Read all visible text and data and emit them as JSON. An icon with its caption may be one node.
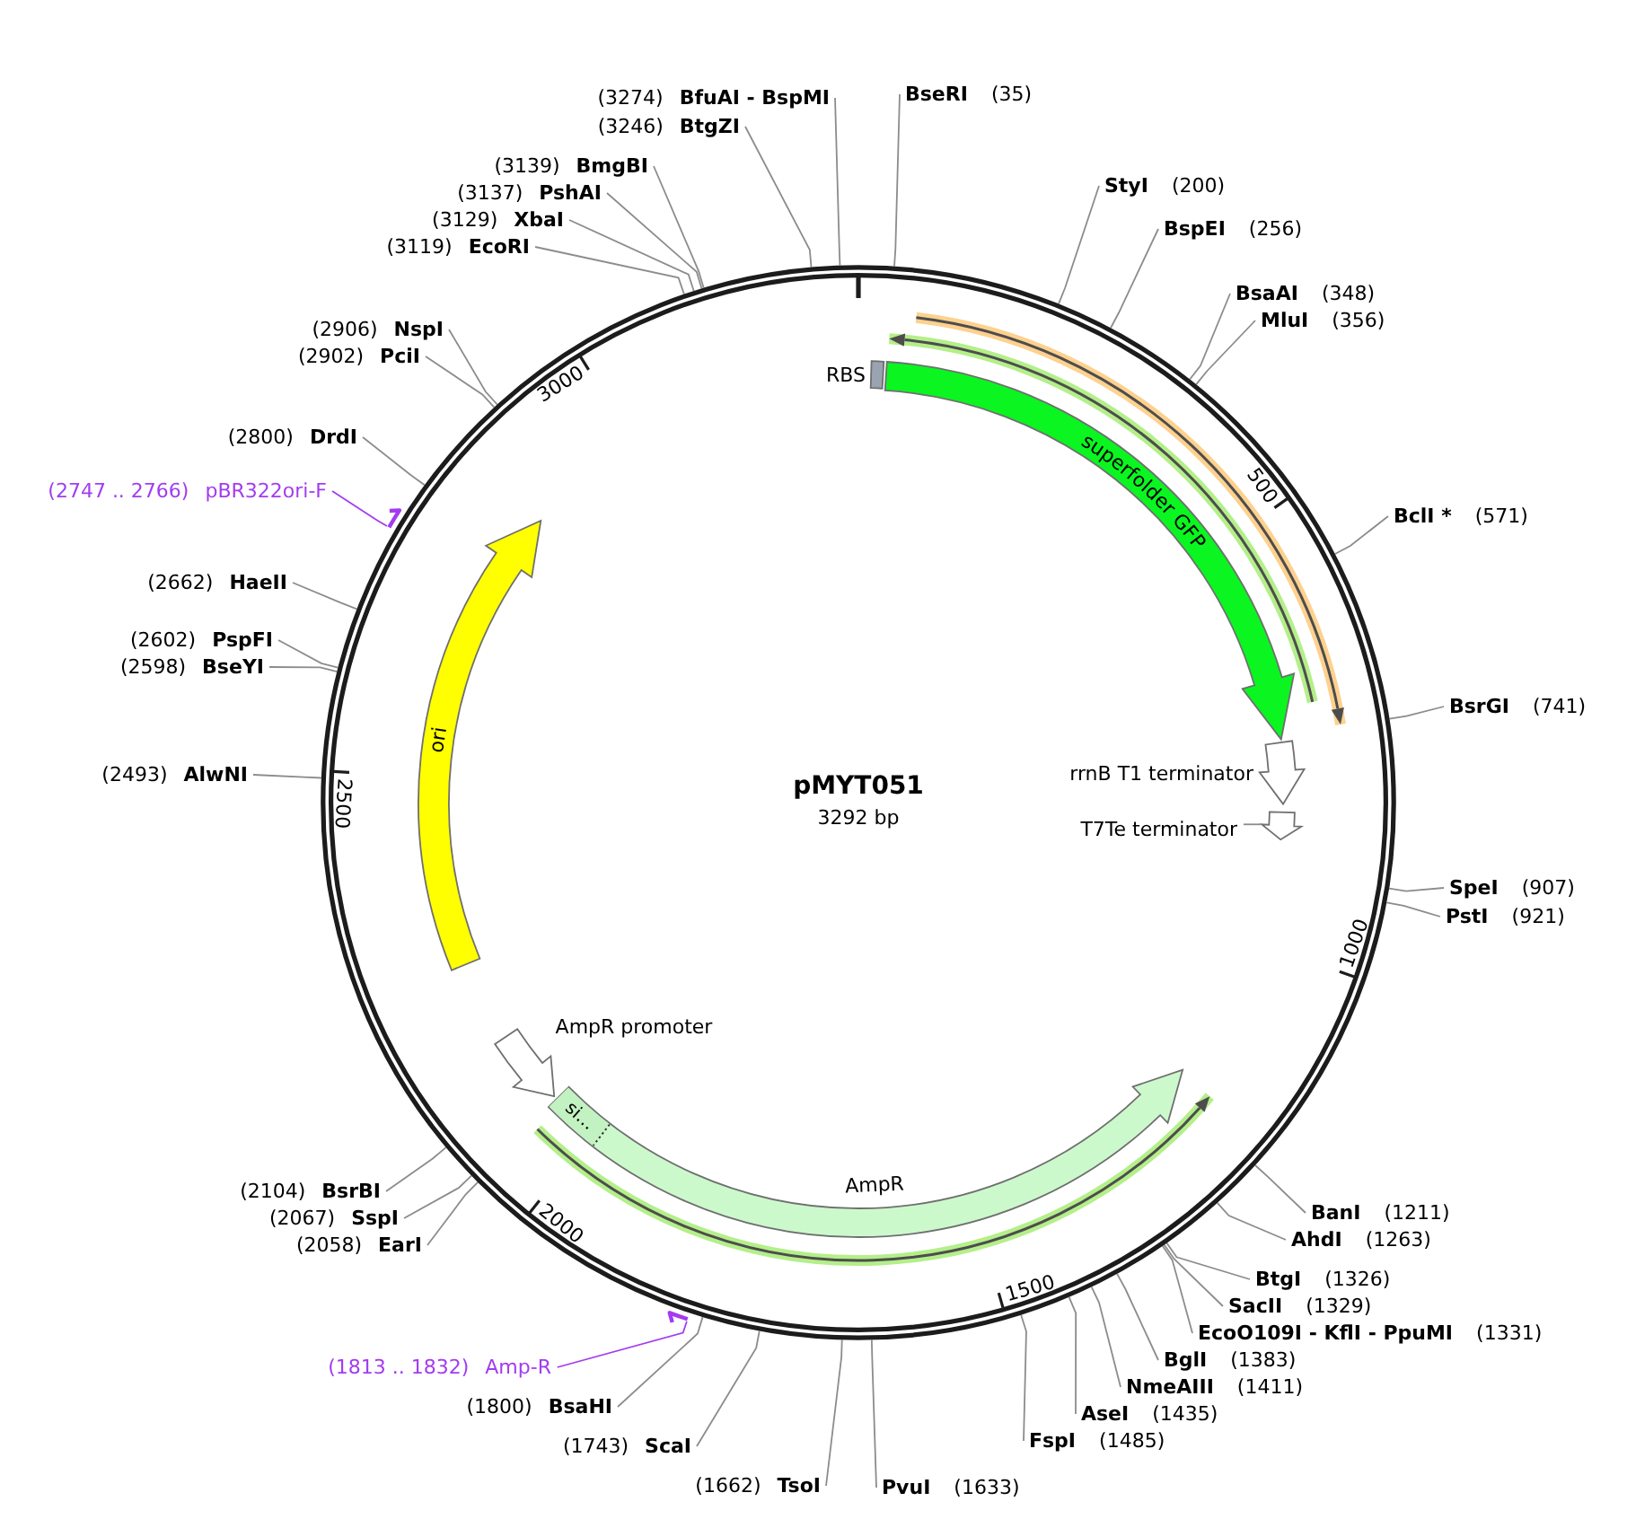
{
  "diagram": {
    "title": "pMYT051",
    "nodes": [
      {
        "text": [],
        "shape": "circle"
      },
      {
        "text": [
          "(3274)",
          "BfuAI - BspMI"
        ]
      },
      {
        "text": [
          "BseRI",
          "(35)"
        ]
      },
      {
        "text": [
          "(3246)",
          "BtgZI"
        ]
      },
      {
        "text": [
          "(3139)",
          "BmgBI"
        ]
      },
      {
        "text": [
          "StyI",
          "(200)"
        ]
      },
      {
        "text": [
          "(3137)",
          "PshAI"
        ]
      },
      {
        "text": [
          "(3129)",
          "XbaI"
        ]
      },
      {
        "text": [
          "BspEI",
          "(256)"
        ]
      },
      {
        "text": [
          "(3119)",
          "EcoRI"
        ]
      },
      {
        "text": [
          "BsaAI",
          "(348)"
        ]
      },
      {
        "text": [
          "MluI",
          "(356)"
        ]
      },
      {
        "text": [
          "(2906)",
          "NspI"
        ]
      },
      {
        "text": [
          "(2902)",
          "PciI"
        ]
      },
      {
        "text": [
          "(2800)",
          "DrdI"
        ]
      },
      {
        "text": [
          "(2747 .. 2766)",
          "pBR322ori-F"
        ]
      },
      {
        "text": [
          "BclI *",
          "(571)"
        ]
      },
      {
        "text": [
          "(2662)",
          "HaeII"
        ]
      },
      {
        "text": [
          "(2602)",
          "PspFI"
        ]
      },
      {
        "text": [
          "(2598)",
          "BseYI"
        ]
      },
      {
        "text": [
          "BsrGI",
          "(741)"
        ]
      },
      {
        "text": [
          "(2493)",
          "AlwNI"
        ]
      },
      {
        "text": [
          "SpeI",
          "(907)"
        ]
      },
      {
        "text": [
          "PstI",
          "(921)"
        ]
      },
      {
        "text": [
          "(2104)",
          "BsrBI"
        ]
      },
      {
        "text": [
          "BanI",
          "(1211)"
        ]
      },
      {
        "text": [
          "(2067)",
          "SspI"
        ]
      },
      {
        "text": [
          "(2058)",
          "EarI"
        ]
      },
      {
        "text": [
          "AhdI",
          "(1263)"
        ]
      },
      {
        "text": [
          "BtgI",
          "(1326)"
        ]
      },
      {
        "text": [
          "SacII",
          "(1329)"
        ]
      },
      {
        "text": [
          "EcoO109I - KflI - PpuMI",
          "(1331)"
        ]
      },
      {
        "text": [
          "BglI",
          "(1383)"
        ]
      },
      {
        "text": [
          "(1813 .. 1832)",
          "Amp-R"
        ]
      },
      {
        "text": [
          "NmeAIII",
          "(1411)"
        ]
      },
      {
        "text": [
          "(1800)",
          "BsaHI"
        ]
      },
      {
        "text": [
          "AseI",
          "(1435)"
        ]
      },
      {
        "text": [
          "FspI",
          "(1485)"
        ]
      },
      {
        "text": [
          "(1743)",
          "ScaI"
        ]
      },
      {
        "text": [
          "(1662)",
          "TsoI"
        ]
      },
      {
        "text": [
          "PvuI",
          "(1633)"
        ]
      },
      {
        "text": [],
        "shape": "arrow"
      },
      {
        "text": [],
        "shape": "arrow"
      },
      {
        "text": [],
        "shape": "arrow",
        "in": 0
      },
      {
        "text": [],
        "shape": "arrow",
        "in": 0
      },
      {
        "text": [],
        "shape": "box",
        "in": 0,
        "beside": [
          "RBS"
        ]
      },
      {
        "text": [
          "superfolder GFP"
        ],
        "in": 0
      },
      {
        "text": [],
        "shape": "arrow",
        "in": 0,
        "beside": [
          "rrnB T1 terminator"
        ]
      },
      {
        "text": [
          "T7Te terminator"
        ],
        "in": 0
      },
      {
        "text": [],
        "shape": "arrow",
        "in": 0
      },
      {
        "text": [
          "ori"
        ],
        "in": 0
      },
      {
        "text": [],
        "shape": "arrow",
        "in": 0,
        "beside": [
          "AmpR promoter"
        ]
      },
      {
        "text": [],
        "shape": "arrow",
        "in": 0,
        "beside": [
          "AmpR"
        ]
      },
      {
        "text": [
          "si…"
        ],
        "in": 52
      },
      {
        "text": [],
        "shape": "arrow",
        "in": 0
      }
    ],
    "edges": [
      {
        "from": 1,
        "to": 0,
        "arrow": "none"
      },
      {
        "from": 2,
        "to": 0,
        "arrow": "none"
      },
      {
        "from": 3,
        "to": 0,
        "arrow": "none"
      },
      {
        "from": 4,
        "to": 0,
        "arrow": "none"
      },
      {
        "from": 5,
        "to": 0,
        "arrow": "none"
      },
      {
        "from": 6,
        "to": 0,
        "arrow": "none"
      },
      {
        "from": 7,
        "to": 0,
        "arrow": "none"
      },
      {
        "from": 8,
        "to": 0,
        "arrow": "none"
      },
      {
        "from": 9,
        "to": 0,
        "arrow": "none"
      },
      {
        "from": 10,
        "to": 0,
        "arrow": "none"
      },
      {
        "from": 11,
        "to": 0,
        "arrow": "none"
      },
      {
        "from": 12,
        "to": 0,
        "arrow": "none"
      },
      {
        "from": 13,
        "to": 0,
        "arrow": "none"
      },
      {
        "from": 14,
        "to": 0,
        "arrow": "none"
      },
      {
        "from": 16,
        "to": 0,
        "arrow": "none"
      },
      {
        "from": 17,
        "to": 0,
        "arrow": "none"
      },
      {
        "from": 18,
        "to": 0,
        "arrow": "none"
      },
      {
        "from": 19,
        "to": 0,
        "arrow": "none"
      },
      {
        "from": 20,
        "to": 0,
        "arrow": "none"
      },
      {
        "from": 21,
        "to": 0,
        "arrow": "none"
      },
      {
        "from": 22,
        "to": 0,
        "arrow": "none"
      },
      {
        "from": 23,
        "to": 0,
        "arrow": "none"
      },
      {
        "from": 24,
        "to": 0,
        "arrow": "none"
      },
      {
        "from": 25,
        "to": 0,
        "arrow": "none"
      },
      {
        "from": 26,
        "to": 0,
        "arrow": "none"
      },
      {
        "from": 27,
        "to": 0,
        "arrow": "none"
      },
      {
        "from": 28,
        "to": 0,
        "arrow": "none"
      },
      {
        "from": 29,
        "to": 0,
        "arrow": "none"
      },
      {
        "from": 30,
        "to": 0,
        "arrow": "none"
      },
      {
        "from": 31,
        "to": 0,
        "arrow": "none"
      },
      {
        "from": 32,
        "to": 0,
        "arrow": "none"
      },
      {
        "from": 34,
        "to": 0,
        "arrow": "none"
      },
      {
        "from": 35,
        "to": 0,
        "arrow": "none"
      },
      {
        "from": 36,
        "to": 0,
        "arrow": "none"
      },
      {
        "from": 37,
        "to": 0,
        "arrow": "none"
      },
      {
        "from": 38,
        "to": 0,
        "arrow": "none"
      },
      {
        "from": 39,
        "to": 0,
        "arrow": "none"
      },
      {
        "from": 40,
        "to": 0,
        "arrow": "none"
      },
      {
        "from": 15,
        "to": 41,
        "arrow": "none",
        "color": "#a33cf0"
      },
      {
        "from": 33,
        "to": 42,
        "arrow": "none",
        "color": "#a33cf0"
      },
      {
        "from": 48,
        "to": 49,
        "arrow": "none"
      }
    ],
    "labels": [
      "3292 bp",
      "500",
      "1000",
      "1500",
      "2000",
      "2500",
      "3000"
    ]
  }
}
